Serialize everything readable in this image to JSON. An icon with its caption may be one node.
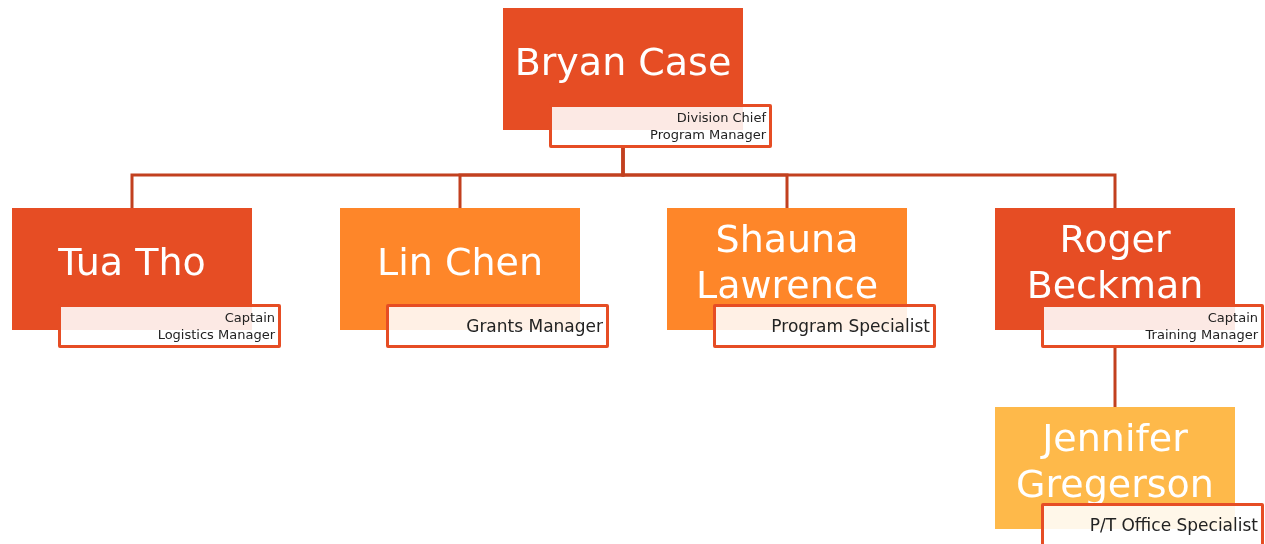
{
  "diagram": {
    "nodes": [
      {
        "text": [
          "Bryan Case",
          "Division Chief",
          "Program Manager"
        ]
      },
      {
        "text": [
          "Tua Tho",
          "Captain",
          "Logistics Manager"
        ]
      },
      {
        "text": [
          "Lin Chen",
          "Grants Manager"
        ]
      },
      {
        "text": [
          "Shauna Lawrence",
          "Program Specialist"
        ]
      },
      {
        "text": [
          "Roger Beckman",
          "Captain",
          "Training Manager"
        ]
      },
      {
        "text": [
          "Jennifer Gregerson",
          "P/T Office Specialist"
        ]
      }
    ],
    "edges": [
      {
        "from": 0,
        "to": 1,
        "arrow": "none"
      },
      {
        "from": 0,
        "to": 2,
        "arrow": "none"
      },
      {
        "from": 0,
        "to": 3,
        "arrow": "none"
      },
      {
        "from": 0,
        "to": 4,
        "arrow": "none"
      },
      {
        "from": 4,
        "to": 5,
        "arrow": "none"
      }
    ]
  }
}
